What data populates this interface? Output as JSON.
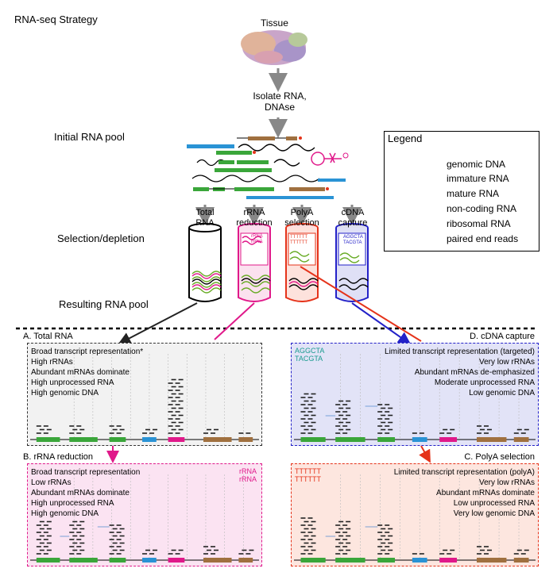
{
  "title": "RNA-seq Strategy",
  "tissue": "Tissue",
  "isolate": [
    "Isolate RNA,",
    "DNAse"
  ],
  "initial_pool": "Initial RNA pool",
  "selection": "Selection/depletion",
  "resulting_pool": "Resulting RNA pool",
  "methods": [
    {
      "line1": "Total",
      "line2": "RNA"
    },
    {
      "line1": "rRNA",
      "line2": "reduction"
    },
    {
      "line1": "PolyA",
      "line2": "selection"
    },
    {
      "line1": "cDNA",
      "line2": "capture"
    }
  ],
  "legend": {
    "title": "Legend",
    "items": [
      "genomic DNA",
      "immature RNA",
      "mature RNA",
      "non-coding RNA",
      "ribosomal RNA",
      "paired end reads"
    ]
  },
  "tube_labels": {
    "rrna": [
      "rRNA",
      "rRNA"
    ],
    "polya": [
      "TTTTTT",
      "TTTTTT"
    ],
    "cdna": [
      "AGGCTA",
      "TACGTA"
    ]
  },
  "panels": {
    "a": {
      "title": "A. Total RNA",
      "lines": [
        "Broad transcript representation*",
        "High rRNAs",
        "Abundant mRNAs dominate",
        "High unprocessed RNA",
        "High genomic DNA"
      ]
    },
    "b": {
      "title": "B. rRNA reduction",
      "lines": [
        "Broad transcript representation",
        "Low rRNAs",
        "Abundant mRNAs dominate",
        "High unprocessed RNA",
        "High genomic DNA"
      ],
      "tag": [
        "rRNA",
        "rRNA"
      ]
    },
    "c": {
      "title": "C. PolyA selection",
      "lines": [
        "Limited transcript representation (polyA)",
        "Very low rRNAs",
        "Abundant mRNAs dominate",
        "Low unprocessed RNA",
        "Very low genomic DNA"
      ],
      "tag": [
        "TTTTTT",
        "TTTTTT"
      ]
    },
    "d": {
      "title": "D. cDNA capture",
      "lines": [
        "Limited transcript representation (targeted)",
        "Very low rRNAs",
        "Abundant mRNAs de-emphasized",
        "Moderate unprocessed RNA",
        "Low genomic DNA"
      ],
      "tag": [
        "AGGCTA",
        "TACGTA"
      ]
    }
  },
  "colors": {
    "total": "#000000",
    "rrna": "#e0198a",
    "polya": "#e5331a",
    "cdna": "#2321c8",
    "noncoding": "#2a93d5",
    "exon_green": "#3aa63a",
    "exon_brown": "#a0703f",
    "ribosomal": "#e0198a"
  }
}
